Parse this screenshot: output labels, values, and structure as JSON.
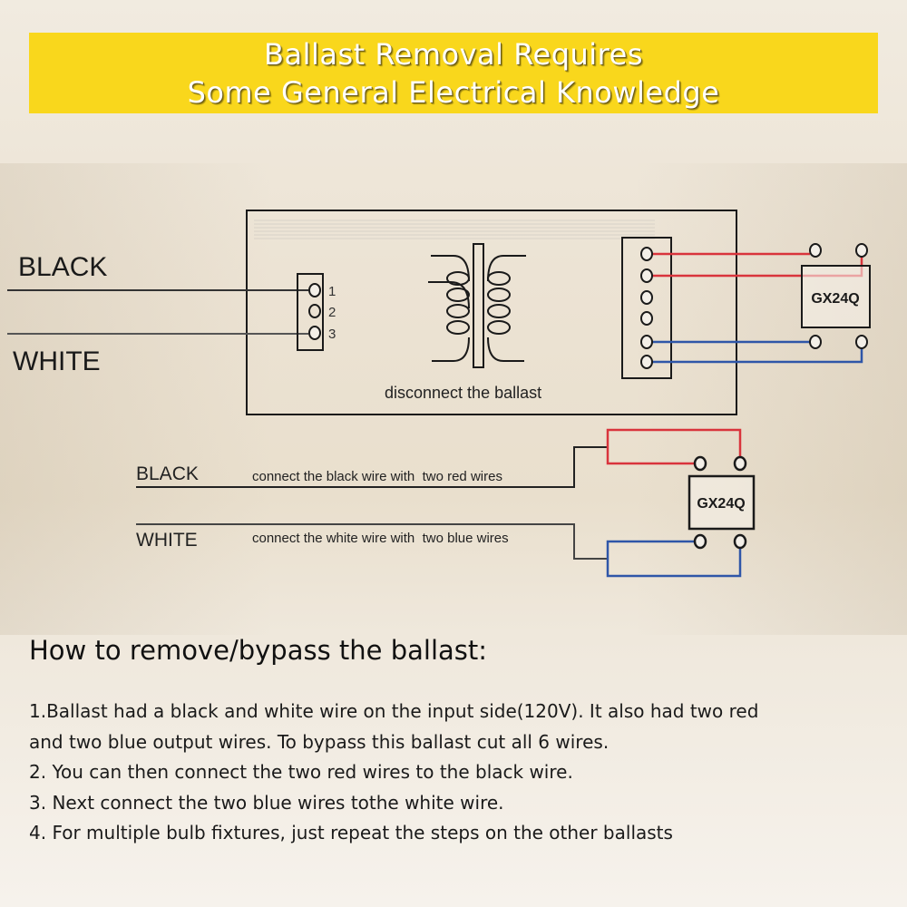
{
  "banner": {
    "line1": "Ballast Removal Requires",
    "line2": "Some General Electrical Knowledge"
  },
  "top_diagram": {
    "black_label": "BLACK",
    "white_label": "WHITE",
    "terminal_numbers": [
      "1",
      "2",
      "3"
    ],
    "caption": "disconnect the ballast",
    "socket_label": "GX24Q"
  },
  "bottom_diagram": {
    "black_label": "BLACK",
    "white_label": "WHITE",
    "black_instruction": "connect the black wire with  two red wires",
    "white_instruction": "connect the white wire with  two blue wires",
    "socket_label": "GX24Q"
  },
  "colors": {
    "banner": "#f9d71c",
    "red_wire": "#d9343c",
    "blue_wire": "#2f56a8"
  },
  "instructions": {
    "heading": "How to remove/bypass the ballast:",
    "steps": [
      "1.Ballast had a black and white wire on the input side(120V). It also had two red",
      "and two blue output wires. To bypass this ballast cut all 6 wires.",
      "2. You can then connect the two red wires to the black wire.",
      "3. Next connect the two blue wires tothe white wire.",
      "4. For multiple bulb fixtures, just repeat the steps on the other ballasts"
    ]
  }
}
